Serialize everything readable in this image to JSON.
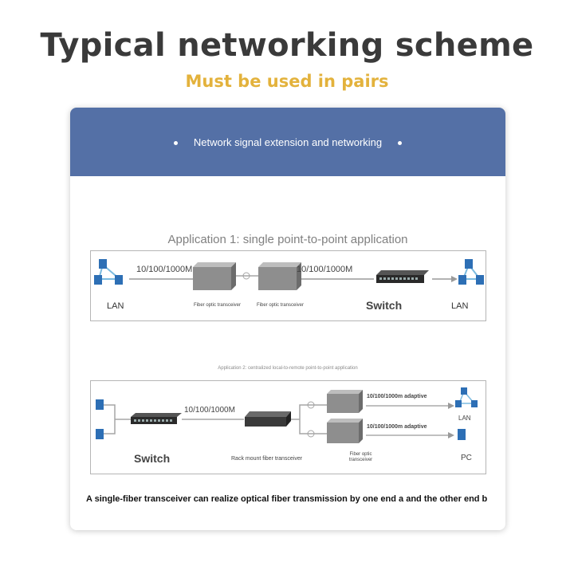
{
  "header": {
    "title": "Typical networking scheme",
    "subtitle": "Must be used in pairs"
  },
  "banner": {
    "text": "Network signal extension and networking"
  },
  "application1": {
    "title": "Application 1:  single point-to-point application",
    "speed_left": "10/100/1000M",
    "speed_right": "10/100/1000M",
    "transceiver_left": "Fiber optic transceiver",
    "transceiver_right": "Fiber optic transceiver",
    "switch_label": "Switch",
    "lan_left": "LAN",
    "lan_right": "LAN"
  },
  "application2": {
    "title": "Application 2: centralized local-to-remote point-to-point application",
    "speed": "10/100/1000M",
    "switch_label": "Switch",
    "rack_label": "Rack mount fiber transceiver",
    "adaptive_top": "10/100/1000m adaptive",
    "adaptive_bottom": "10/100/1000m adaptive",
    "fiber_label": "Fiber optic transceiver",
    "lan": "LAN",
    "pc": "PC"
  },
  "footer": {
    "text": "A single-fiber transceiver can realize optical fiber transmission by one end a and the other end b"
  },
  "colors": {
    "banner": "#5470a6",
    "subtitle": "#e3b23c",
    "device_blue": "#2d6fb5"
  }
}
